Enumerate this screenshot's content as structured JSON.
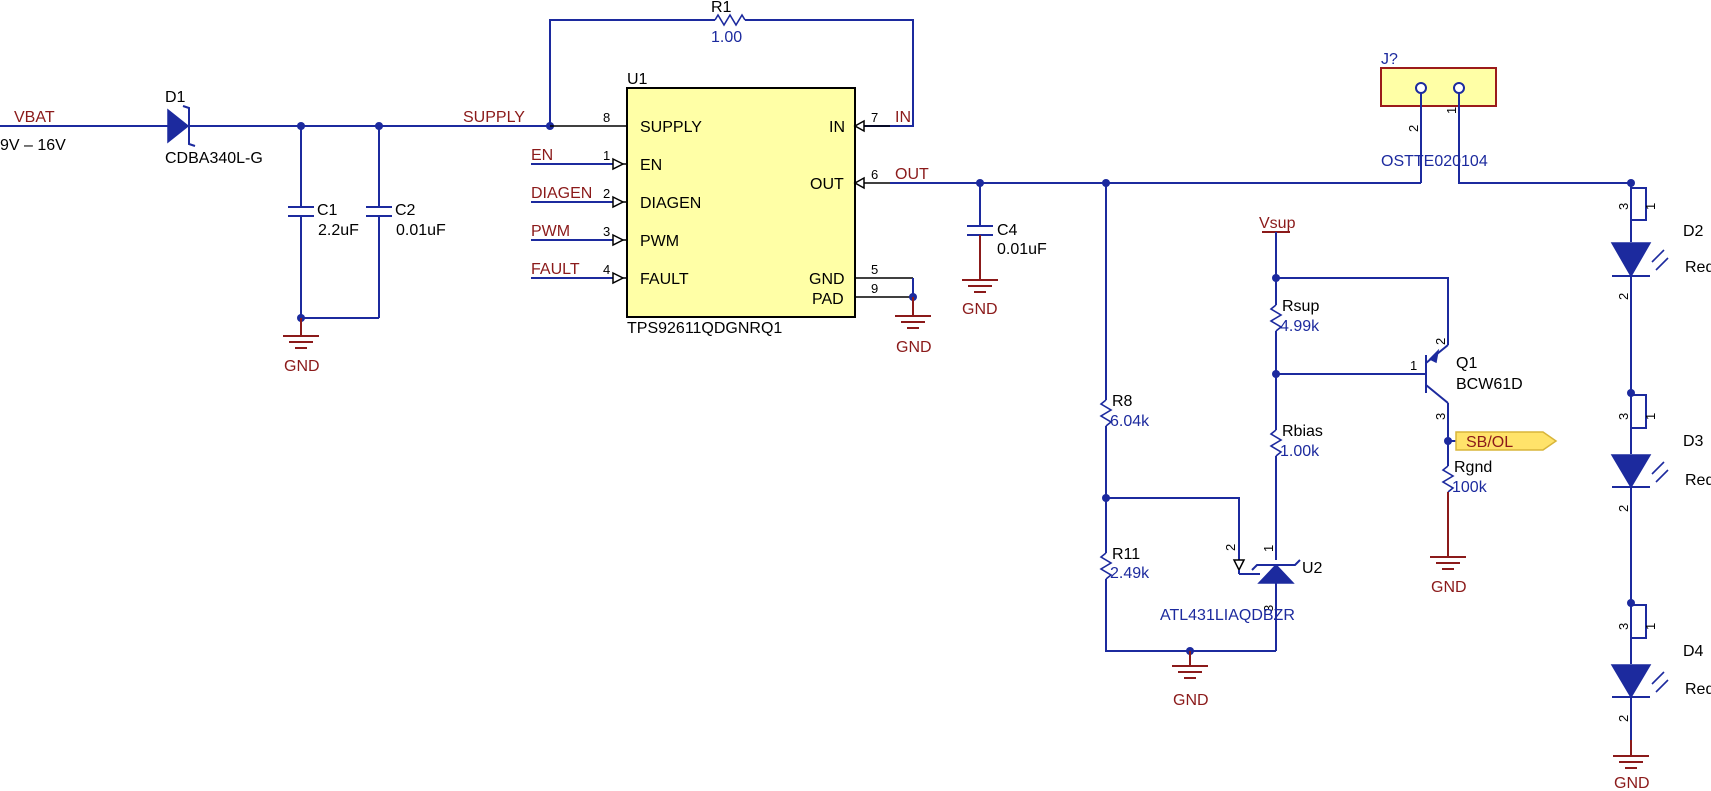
{
  "nets": {
    "vbat": "VBAT",
    "vbat_range": "9V – 16V",
    "supply": "SUPPLY",
    "in": "IN",
    "out": "OUT",
    "en": "EN",
    "diagen": "DIAGEN",
    "pwm": "PWM",
    "fault": "FAULT",
    "vsup": "Vsup",
    "sbol": "SB/OL",
    "gnd": "GND"
  },
  "components": {
    "D1": {
      "ref": "D1",
      "value": "CDBA340L-G"
    },
    "C1": {
      "ref": "C1",
      "value": "2.2uF"
    },
    "C2": {
      "ref": "C2",
      "value": "0.01uF"
    },
    "C4": {
      "ref": "C4",
      "value": "0.01uF"
    },
    "R1": {
      "ref": "R1",
      "value": "1.00"
    },
    "R8": {
      "ref": "R8",
      "value": "6.04k"
    },
    "R11": {
      "ref": "R11",
      "value": "2.49k"
    },
    "Rsup": {
      "ref": "Rsup",
      "value": "4.99k"
    },
    "Rbias": {
      "ref": "Rbias",
      "value": "1.00k"
    },
    "Rgnd": {
      "ref": "Rgnd",
      "value": "100k"
    },
    "Q1": {
      "ref": "Q1",
      "value": "BCW61D"
    },
    "U2": {
      "ref": "U2",
      "value": "ATL431LIAQDBZR"
    },
    "J": {
      "ref": "J?",
      "value": "OSTTE020104"
    },
    "D2": {
      "ref": "D2",
      "value": "Red"
    },
    "D3": {
      "ref": "D3",
      "value": "Red"
    },
    "D4": {
      "ref": "D4",
      "value": "Red"
    }
  },
  "u1": {
    "ref": "U1",
    "part": "TPS92611QDGNRQ1",
    "pins": {
      "supply": {
        "name": "SUPPLY",
        "num": "8"
      },
      "en": {
        "name": "EN",
        "num": "1"
      },
      "diagen": {
        "name": "DIAGEN",
        "num": "2"
      },
      "pwm": {
        "name": "PWM",
        "num": "3"
      },
      "fault": {
        "name": "FAULT",
        "num": "4"
      },
      "in": {
        "name": "IN",
        "num": "7"
      },
      "out": {
        "name": "OUT",
        "num": "6"
      },
      "gnd": {
        "name": "GND",
        "num": "5"
      },
      "pad": {
        "name": "PAD",
        "num": "9"
      }
    }
  },
  "pin_numbers": {
    "one": "1",
    "two": "2",
    "three": "3"
  },
  "colors": {
    "wire": "#1c2a9e",
    "net_label": "#8b1a1a",
    "ic_fill": "#ffffa6"
  }
}
